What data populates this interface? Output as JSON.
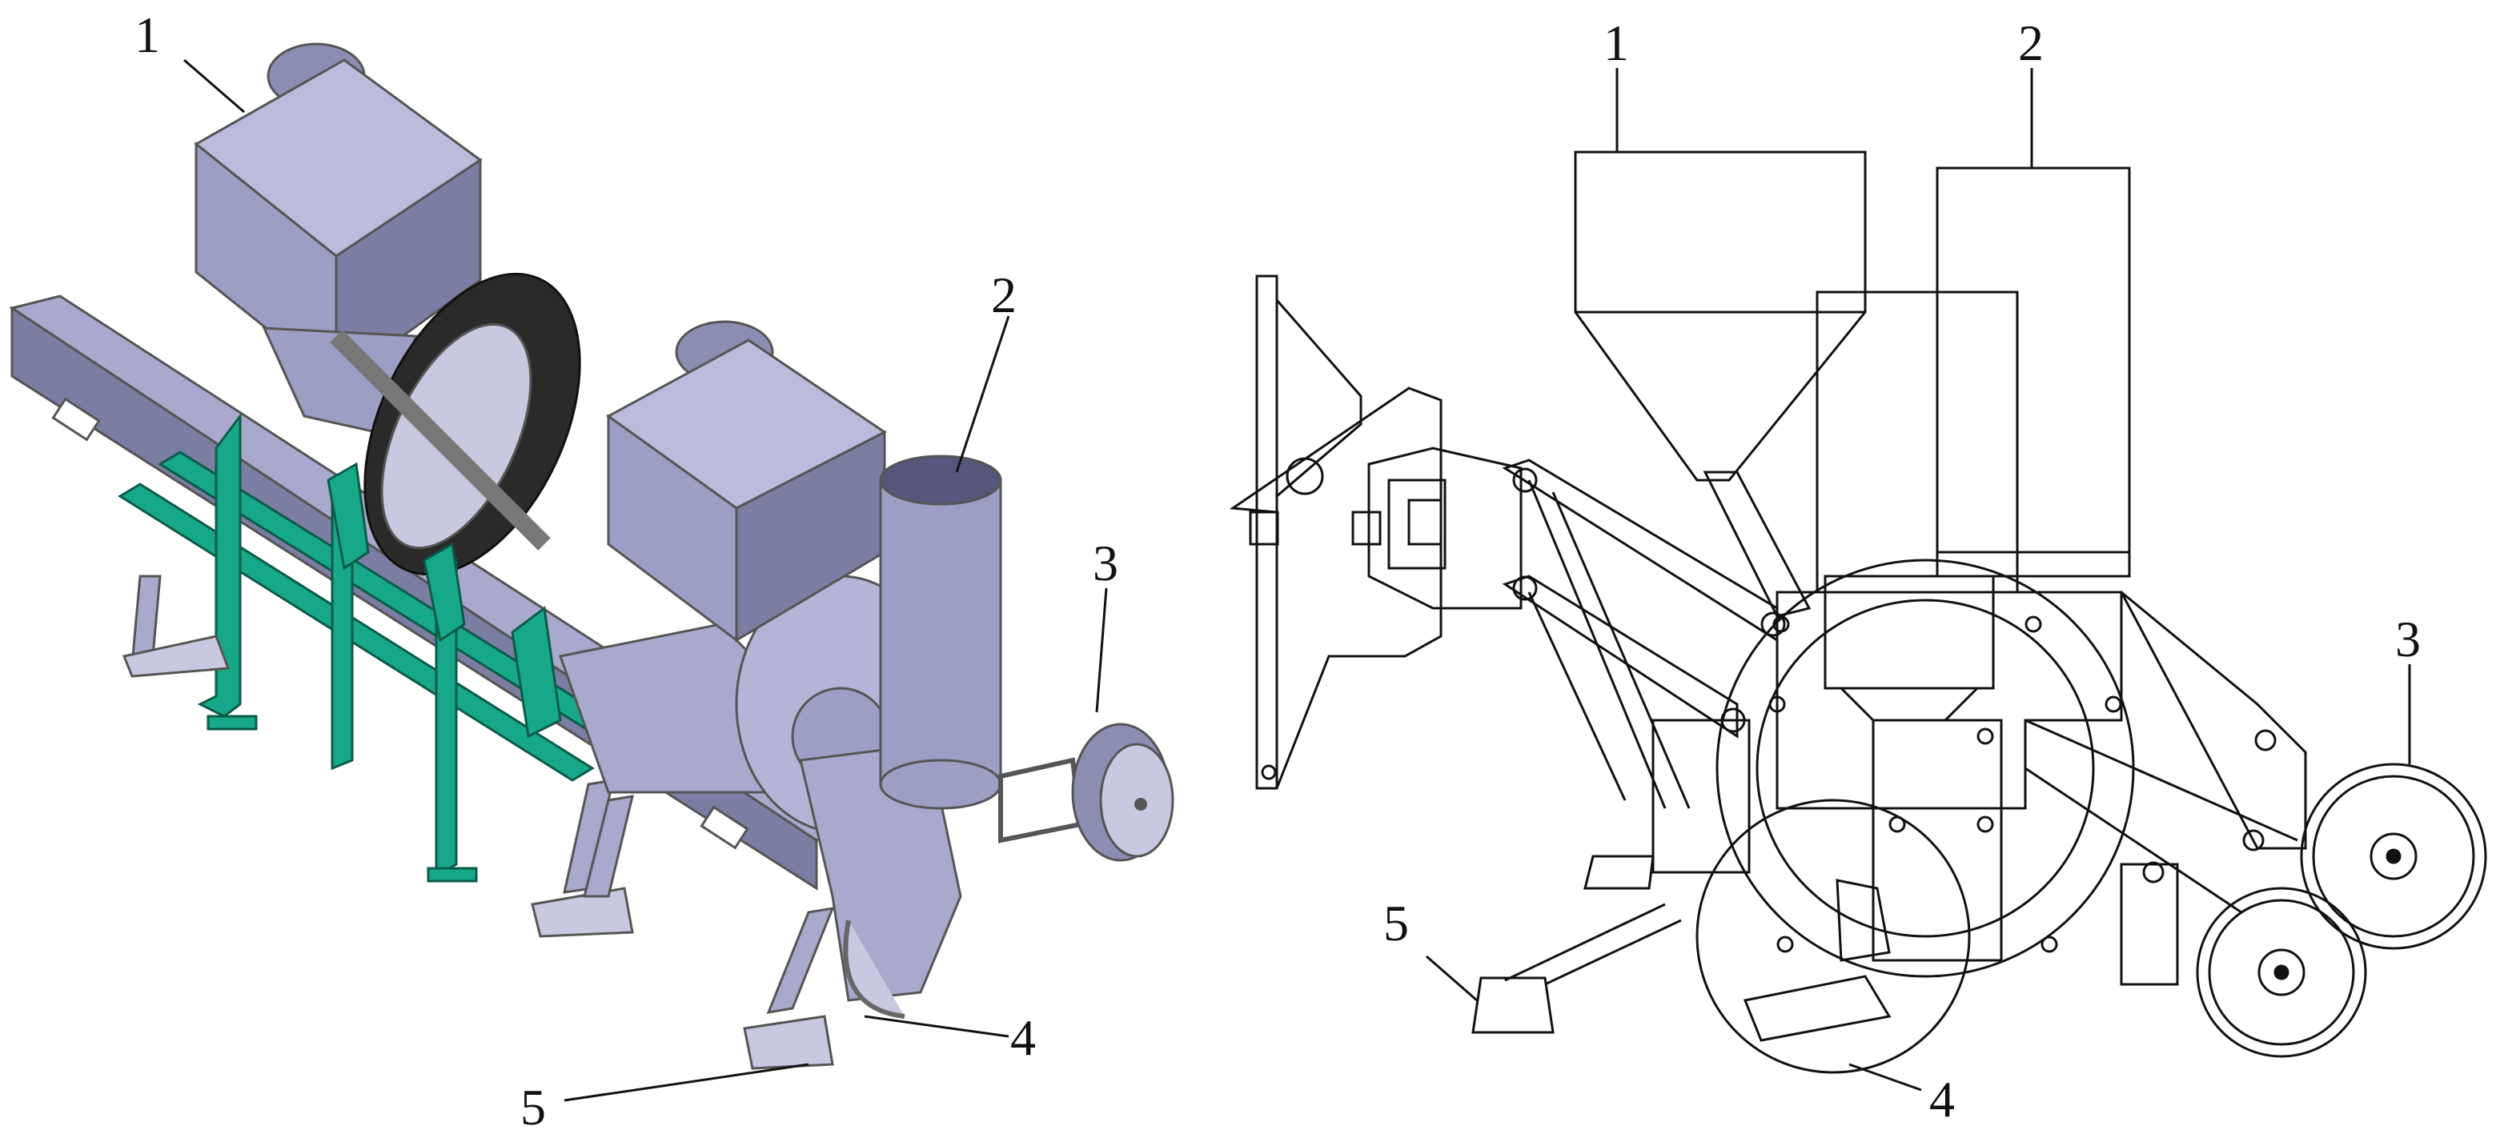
{
  "figure": {
    "left_view": {
      "labels": {
        "l1": "1",
        "l2": "2",
        "l3": "3",
        "l4": "4",
        "l5": "5"
      }
    },
    "right_view": {
      "labels": {
        "r1": "1",
        "r2": "2",
        "r3": "3",
        "r4": "4",
        "r5": "5"
      }
    }
  },
  "colors": {
    "machine_body": "#a8a9cc",
    "machine_dark": "#6e6f92",
    "frame_green": "#17a88a",
    "tire": "#2a2a2a",
    "line": "#111111"
  }
}
